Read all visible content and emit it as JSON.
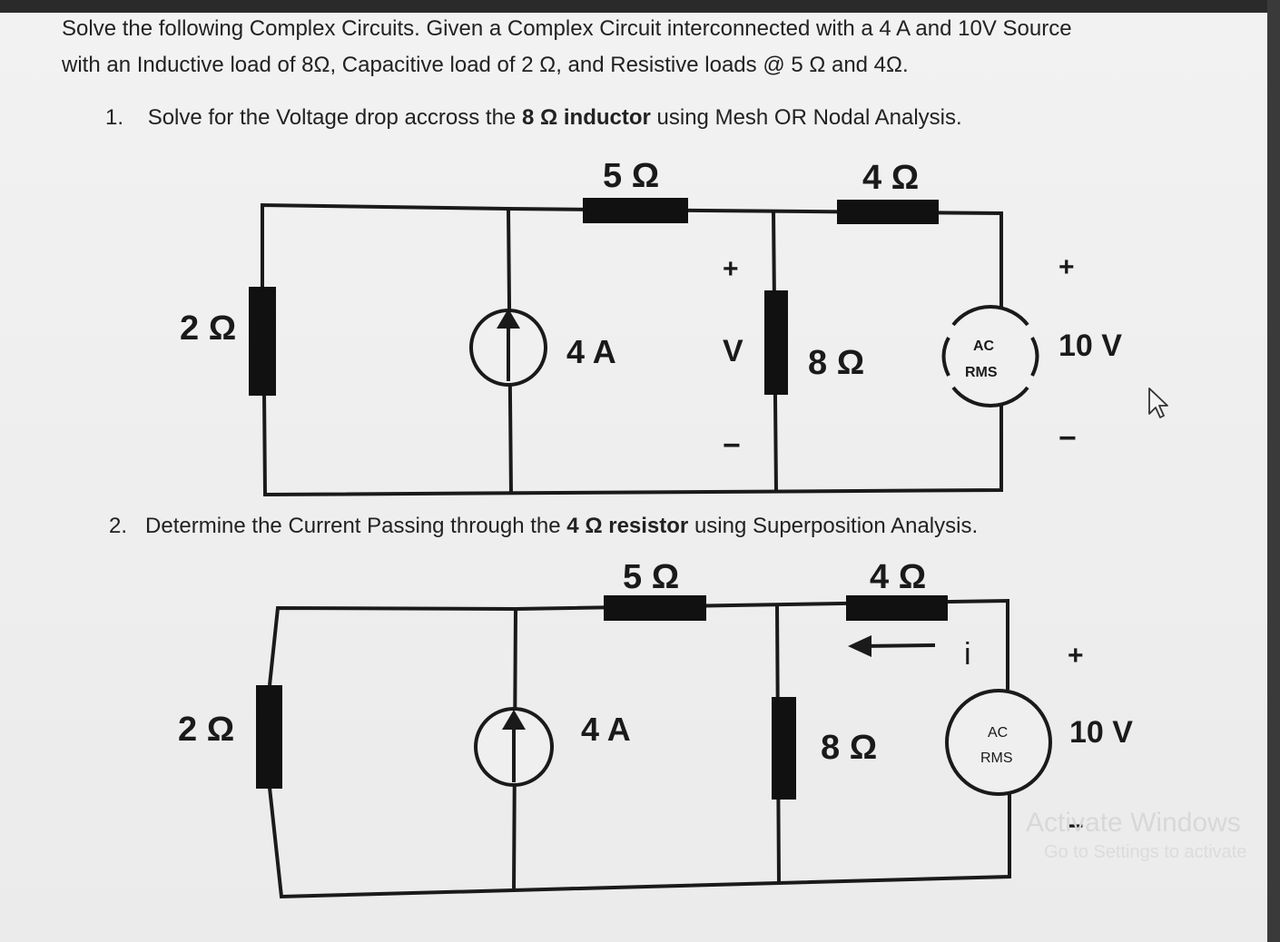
{
  "intro": {
    "line1": "Solve the following Complex Circuits. Given a Complex Circuit interconnected with a 4 A and 10V Source",
    "line2": "with an Inductive load of 8Ω, Capacitive load of 2 Ω, and Resistive loads @ 5 Ω and 4Ω."
  },
  "question1": {
    "number": "1.",
    "text_before": "Solve for the Voltage drop accross the",
    "bold": "8 Ω inductor",
    "text_after": "using Mesh OR Nodal Analysis."
  },
  "question2": {
    "number": "2.",
    "text_before": "Determine the Current Passing through the",
    "bold": "4 Ω resistor",
    "text_after": "using Superposition Analysis."
  },
  "circuit1": {
    "r5": "5 Ω",
    "r4": "4 Ω",
    "r2": "2 Ω",
    "r8": "8 Ω",
    "isrc": "4 A",
    "v_label": "V",
    "v_plus": "+",
    "v_minus": "−",
    "src_plus": "+",
    "src_minus": "−",
    "src_value": "10 V",
    "src_ac": "AC",
    "src_rms": "RMS"
  },
  "circuit2": {
    "r5": "5 Ω",
    "r4": "4 Ω",
    "r2": "2 Ω",
    "r8": "8 Ω",
    "isrc": "4 A",
    "i_label": "i",
    "src_plus": "+",
    "src_minus": "−",
    "src_value": "10 V",
    "src_ac": "AC",
    "src_rms": "RMS"
  },
  "watermark": {
    "line1": "Activate Windows",
    "line2": "Go to Settings to activate"
  },
  "colors": {
    "wire": "#1a1a1a",
    "component": "#111111",
    "background": "#efefef"
  },
  "icons": [
    "mouse-cursor-icon",
    "current-arrow-icon"
  ]
}
